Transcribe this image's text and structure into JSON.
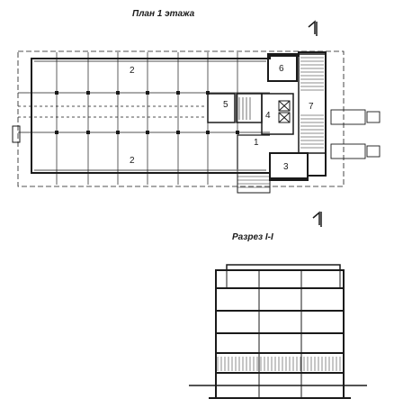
{
  "plan": {
    "title": "План 1 этажа",
    "rooms": [
      {
        "id": "room-2-top",
        "label": "2"
      },
      {
        "id": "room-2-bottom",
        "label": "2"
      },
      {
        "id": "room-6",
        "label": "6"
      },
      {
        "id": "room-5",
        "label": "5"
      },
      {
        "id": "room-4",
        "label": "4"
      },
      {
        "id": "room-7",
        "label": "7"
      },
      {
        "id": "room-1",
        "label": "1"
      },
      {
        "id": "room-3",
        "label": "3"
      }
    ],
    "section_mark_top": "I",
    "section_mark_bottom": "I"
  },
  "section": {
    "title": "Разрез I-I"
  },
  "colors": {
    "ink": "#1a1a1a",
    "background": "#ffffff"
  }
}
